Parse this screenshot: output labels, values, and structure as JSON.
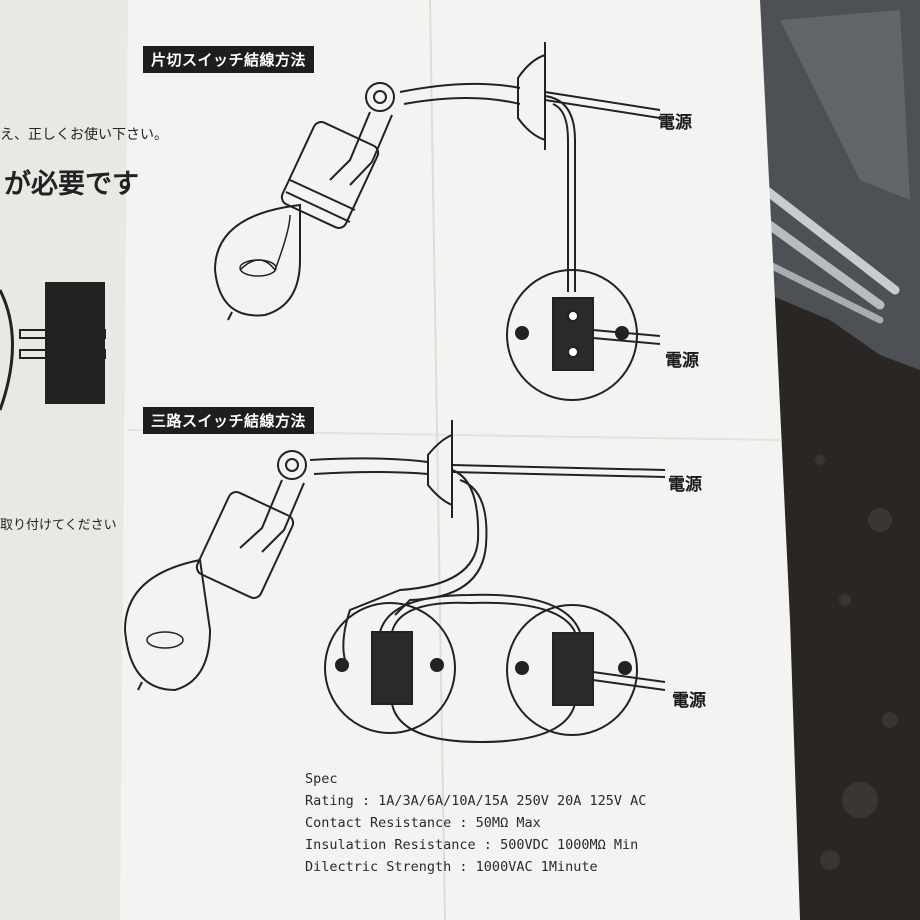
{
  "left_sheet": {
    "fragment_top": "え、正しくお使い下さい。",
    "fragment_big": "が必要です",
    "fragment_bottom": "取り付けてください"
  },
  "single_switch": {
    "header": "片切スイッチ結線方法",
    "power_label_top": "電源",
    "power_label_right": "電源"
  },
  "three_way_switch": {
    "header": "三路スイッチ結線方法",
    "power_label_top": "電源",
    "power_label_right": "電源"
  },
  "spec": {
    "title": "Spec",
    "rating": "Rating : 1A/3A/6A/10A/15A 250V 20A 125V AC",
    "contact_resistance": "Contact Resistance : 50MΩ Max",
    "insulation_resistance": "Insulation Resistance : 500VDC 1000MΩ Min",
    "dielectric_strength": "Dilectric Strength : 1000VAC 1Minute"
  },
  "colors": {
    "paper": "#f2f2f0",
    "left_paper": "#e9e8e5",
    "table": "#2a2624",
    "bag": "#4a4c50",
    "ink": "#1e1e1e"
  }
}
